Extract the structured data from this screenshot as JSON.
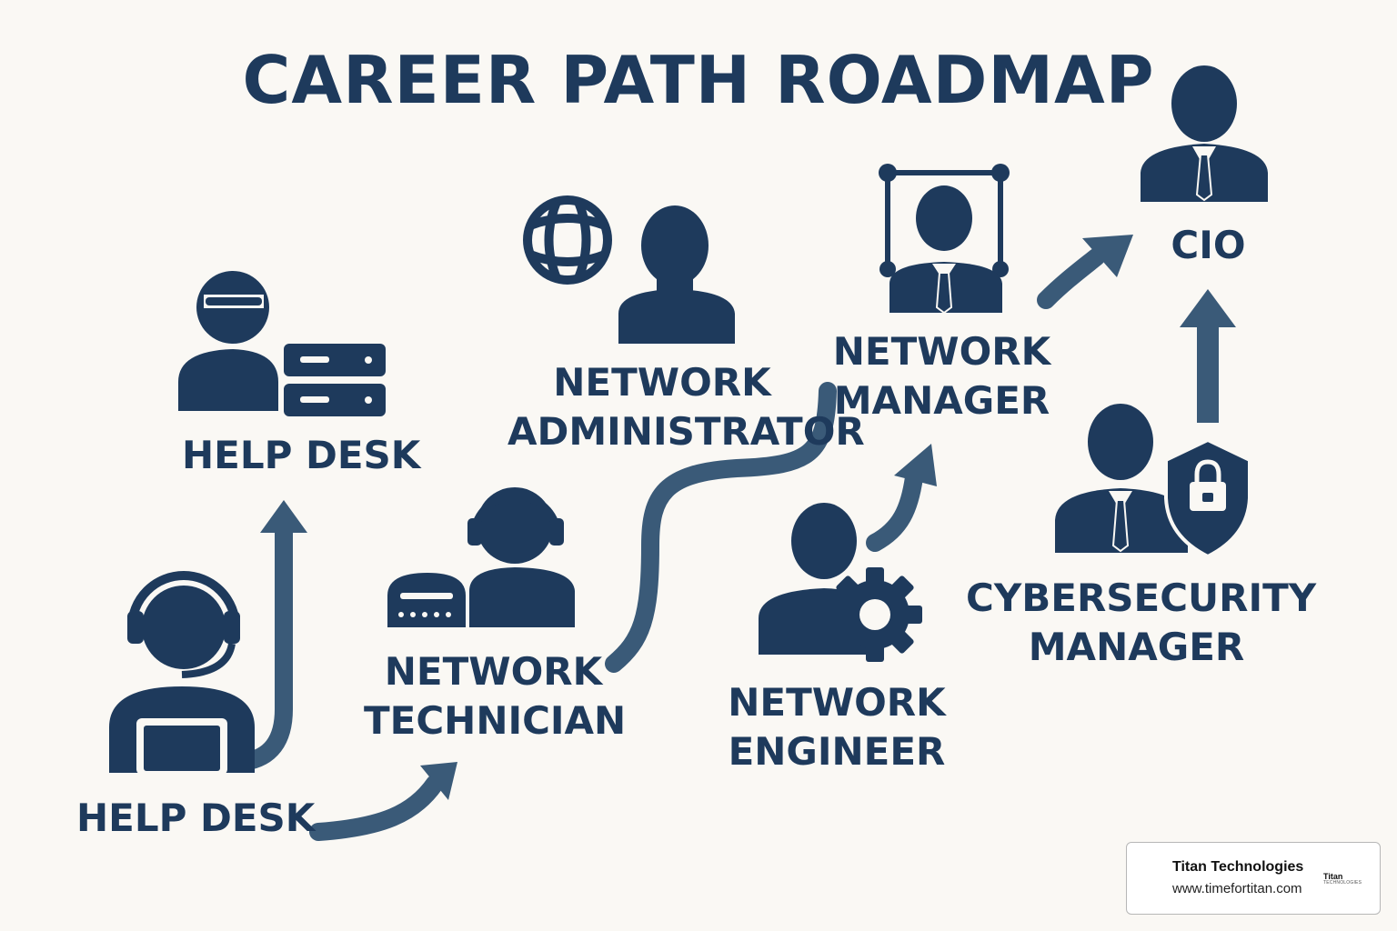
{
  "title": "CAREER PATH ROADMAP",
  "roles": {
    "help_desk_start": "HELP DESK",
    "help_desk_upper": "HELP DESK",
    "network_technician": [
      "NETWORK",
      "TECHNICIAN"
    ],
    "network_administrator": [
      "NETWORK",
      "ADMINISTRATOR"
    ],
    "network_engineer": [
      "NETWORK",
      "ENGINEER"
    ],
    "network_manager": [
      "NETWORK",
      "MANAGER"
    ],
    "cybersecurity_manager": [
      "CYBERSECURITY",
      "MANAGER"
    ],
    "cio": "CIO"
  },
  "icons": [
    "headset-agent-laptop-icon",
    "support-agent-server-icon",
    "technician-router-icon",
    "globe-icon",
    "administrator-person-icon",
    "engineer-gear-icon",
    "manager-network-frame-icon",
    "cybersecurity-shield-lock-icon",
    "cio-executive-icon"
  ],
  "colors": {
    "primary": "#1e3a5c",
    "arrow": "#3a5a78",
    "background": "#faf8f4"
  },
  "badge": {
    "name": "Titan Technologies",
    "url": "www.timefortitan.com",
    "logo_word": "Titan",
    "logo_sub": "TECHNOLOGIES"
  }
}
